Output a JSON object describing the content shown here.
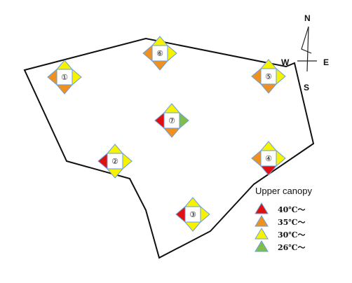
{
  "compass": {
    "north": "N",
    "south": "S",
    "east": "E",
    "west": "W"
  },
  "legend": {
    "title": "Upper canopy",
    "items": [
      {
        "label": "40℃～",
        "color": "#e01010"
      },
      {
        "label": "35℃～",
        "color": "#f0901e"
      },
      {
        "label": "30℃～",
        "color": "#f6f200"
      },
      {
        "label": "26℃～",
        "color": "#7fbf48"
      }
    ]
  },
  "stations": [
    {
      "label": "①",
      "top": "#f6f200",
      "right": "#f6f200",
      "bottom": "#f0901e",
      "left": "#f0901e"
    },
    {
      "label": "⑥",
      "top": "#f6f200",
      "right": "#f6f200",
      "bottom": "#f0901e",
      "left": "#f0901e"
    },
    {
      "label": "⑤",
      "top": "#f6f200",
      "right": "#f6f200",
      "bottom": "#f0901e",
      "left": "#f0901e"
    },
    {
      "label": "⑦",
      "top": "#f6f200",
      "right": "#7fbf48",
      "bottom": "#f0901e",
      "left": "#e01010"
    },
    {
      "label": "②",
      "top": "#f6f200",
      "right": "#f6f200",
      "bottom": "#f6f200",
      "left": "#e01010"
    },
    {
      "label": "④",
      "top": "#f6f200",
      "right": "#f6f200",
      "bottom": "#e01010",
      "left": "#f0901e"
    },
    {
      "label": "③",
      "top": "#f6f200",
      "right": "#f6f200",
      "bottom": "#f6f200",
      "left": "#e01010"
    }
  ]
}
